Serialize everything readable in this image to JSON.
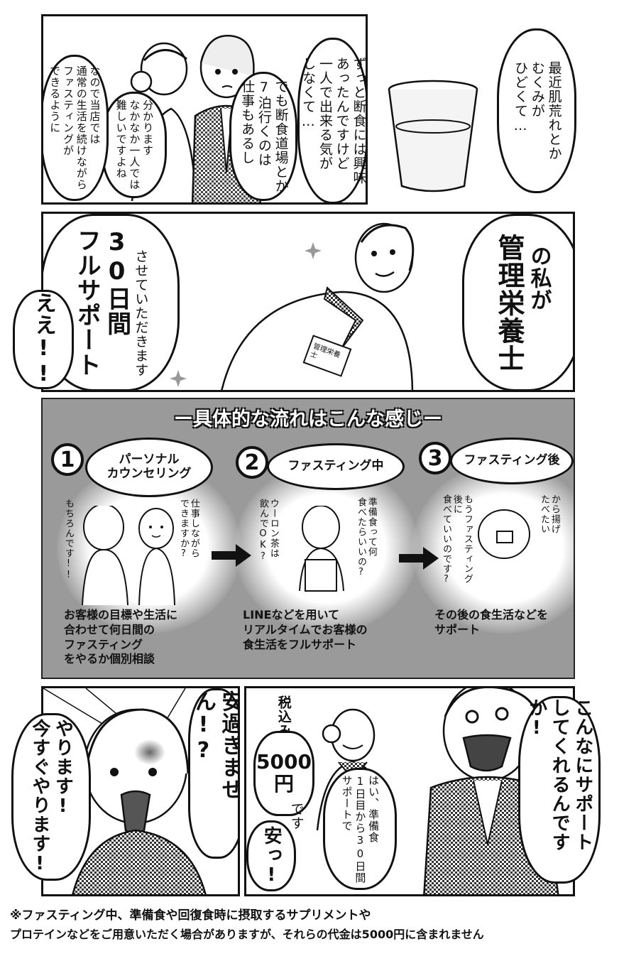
{
  "panel1": {
    "bubbles": [
      "最近肌荒れとか\nむくみが\nひどくて…",
      "ずっと断食には興味\nあったんですけど\n一人で出来る気が\nしなくて…",
      "でも断食道場とか\n7泊行くのは\n仕事もあるし",
      "分かります\nなかなか一人では\n難しいですよね",
      "なので当店では\n通常の生活を続けながら\nファスティングが\nできるように"
    ]
  },
  "panel2": {
    "title": "管理栄養士",
    "suffix": "の私が",
    "support_big": "30日間\nフルサポート",
    "support_small": "させていただきます",
    "exclaim": "ええ!!",
    "badge": "管理栄養士"
  },
  "flow": {
    "title": "ー具体的な流れはこんな感じー",
    "steps": [
      {
        "num": "1",
        "label": "パーソナル\nカウンセリング",
        "desc": "お客様の目標や生活に\n合わせて何日間の\nファスティング\nをやるか個別相談",
        "notes": [
          "もちろんです!!",
          "仕事しながら\nできますか?"
        ]
      },
      {
        "num": "2",
        "label": "ファスティング中",
        "desc": "LINEなどを用いて\nリアルタイムでお客様の\n食生活をフルサポート",
        "notes": [
          "ウーロン茶は\n飲んでOK?",
          "準備食って何\n食べたらいいの?"
        ]
      },
      {
        "num": "3",
        "label": "ファスティング後",
        "desc": "その後の食生活などを\nサポート",
        "notes": [
          "もうファスティング後に\n食べていいのです?",
          "から揚げ\nたべたい"
        ]
      }
    ]
  },
  "panel4": {
    "shout": "安過ぎません!?",
    "do_it": "やります!\n今すぐやります!"
  },
  "panel5": {
    "tax": "税込み",
    "price": "5000\n円",
    "desu": "です",
    "cheap": "安っ!",
    "reply": "はい、準備食\n1日目から30日間\nサポートで",
    "question": "こんなにサポート\nしてくれるんですか!"
  },
  "footnote": {
    "line1": "※ファスティング中、準備食や回復食時に摂取するサプリメントや",
    "line2": "プロテインなどをご用意いただく場合がありますが、それらの代金は5000円に含まれません"
  }
}
